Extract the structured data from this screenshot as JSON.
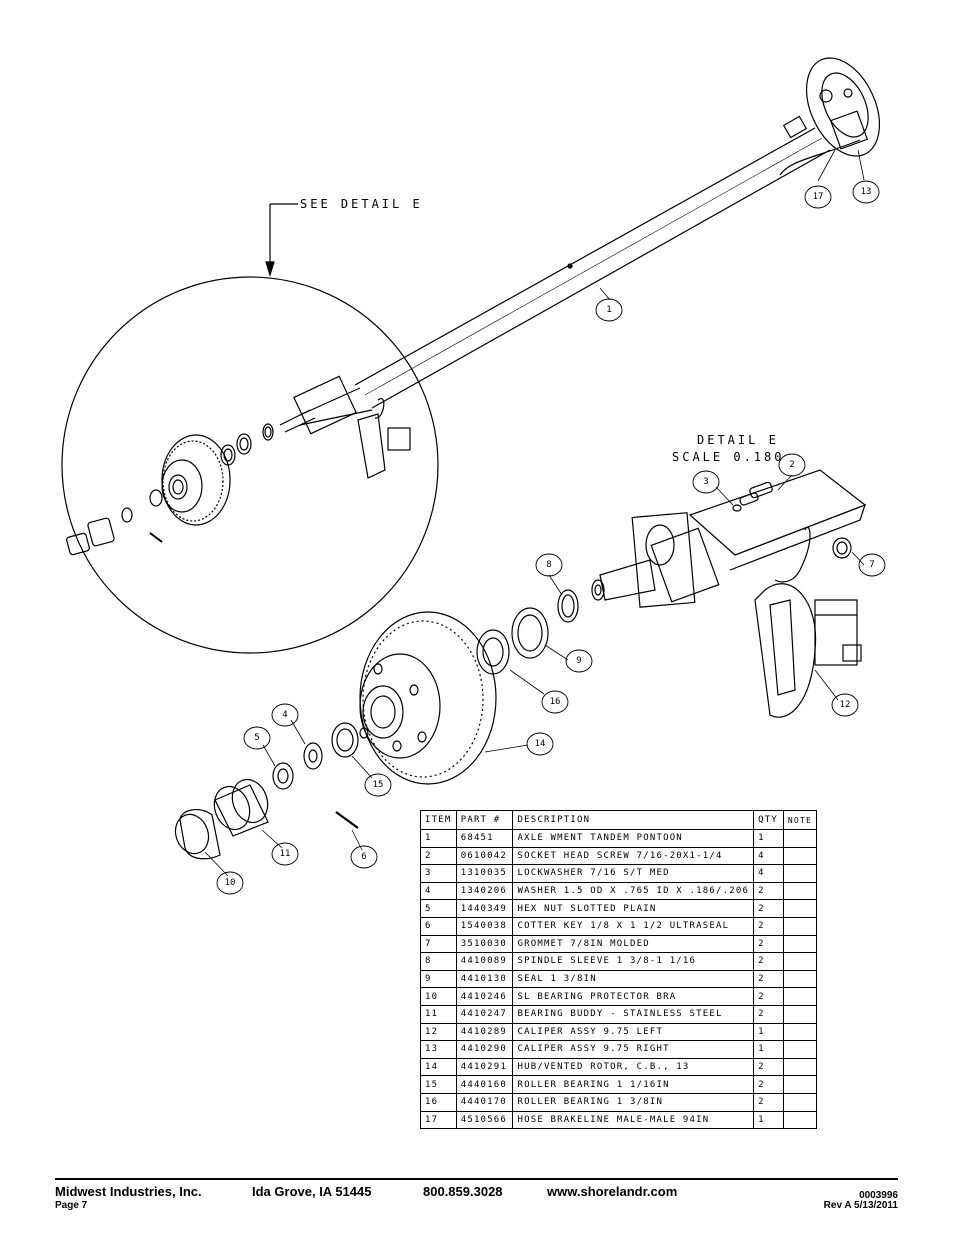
{
  "labels": {
    "see_detail": "SEE DETAIL  E",
    "detail_title": "DETAIL  E",
    "detail_scale": "SCALE  0.180"
  },
  "balloons": [
    "1",
    "2",
    "3",
    "4",
    "5",
    "6",
    "7",
    "8",
    "9",
    "10",
    "11",
    "12",
    "13",
    "14",
    "15",
    "16",
    "17"
  ],
  "table": {
    "headers": [
      "ITEM",
      "PART #",
      "DESCRIPTION",
      "QTY",
      "NOTE"
    ],
    "rows": [
      {
        "item": "1",
        "part": "68451",
        "desc": "AXLE WMENT   TANDEM PONTOON",
        "qty": "1",
        "note": ""
      },
      {
        "item": "2",
        "part": "0610042",
        "desc": "SOCKET HEAD SCREW 7/16-20X1-1/4",
        "qty": "4",
        "note": ""
      },
      {
        "item": "3",
        "part": "1310035",
        "desc": "LOCKWASHER 7/16 S/T MED",
        "qty": "4",
        "note": ""
      },
      {
        "item": "4",
        "part": "1340206",
        "desc": "WASHER 1.5 OD X .765 ID X .186/.206",
        "qty": "2",
        "note": ""
      },
      {
        "item": "5",
        "part": "1440349",
        "desc": "HEX NUT SLOTTED PLAIN",
        "qty": "2",
        "note": ""
      },
      {
        "item": "6",
        "part": "1540038",
        "desc": "COTTER KEY 1/8 X 1 1/2 ULTRASEAL",
        "qty": "2",
        "note": ""
      },
      {
        "item": "7",
        "part": "3510030",
        "desc": "GROMMET  7/8IN MOLDED",
        "qty": "2",
        "note": ""
      },
      {
        "item": "8",
        "part": "4410089",
        "desc": "SPINDLE SLEEVE  1 3/8-1 1/16",
        "qty": "2",
        "note": ""
      },
      {
        "item": "9",
        "part": "4410130",
        "desc": "SEAL  1 3/8IN",
        "qty": "2",
        "note": ""
      },
      {
        "item": "10",
        "part": "4410246",
        "desc": "SL BEARING PROTECTOR BRA",
        "qty": "2",
        "note": ""
      },
      {
        "item": "11",
        "part": "4410247",
        "desc": "BEARING BUDDY - STAINLESS STEEL",
        "qty": "2",
        "note": ""
      },
      {
        "item": "12",
        "part": "4410289",
        "desc": "CALIPER ASSY 9.75 LEFT",
        "qty": "1",
        "note": ""
      },
      {
        "item": "13",
        "part": "4410290",
        "desc": "CALIPER ASSY 9.75 RIGHT",
        "qty": "1",
        "note": ""
      },
      {
        "item": "14",
        "part": "4410291",
        "desc": "HUB/VENTED ROTOR, C.B.,  13",
        "qty": "2",
        "note": ""
      },
      {
        "item": "15",
        "part": "4440160",
        "desc": "ROLLER BEARING   1 1/16IN",
        "qty": "2",
        "note": ""
      },
      {
        "item": "16",
        "part": "4440170",
        "desc": "ROLLER BEARING   1 3/8IN",
        "qty": "2",
        "note": ""
      },
      {
        "item": "17",
        "part": "4510566",
        "desc": "HOSE BRAKELINE MALE-MALE 94IN",
        "qty": "1",
        "note": ""
      }
    ]
  },
  "footer": {
    "company": "Midwest Industries, Inc.",
    "location": "Ida Grove, IA  51445",
    "phone": "800.859.3028",
    "website": "www.shorelandr.com",
    "doc_number": "0003996",
    "page": "Page 7",
    "revision": "Rev A  5/13/2011"
  }
}
